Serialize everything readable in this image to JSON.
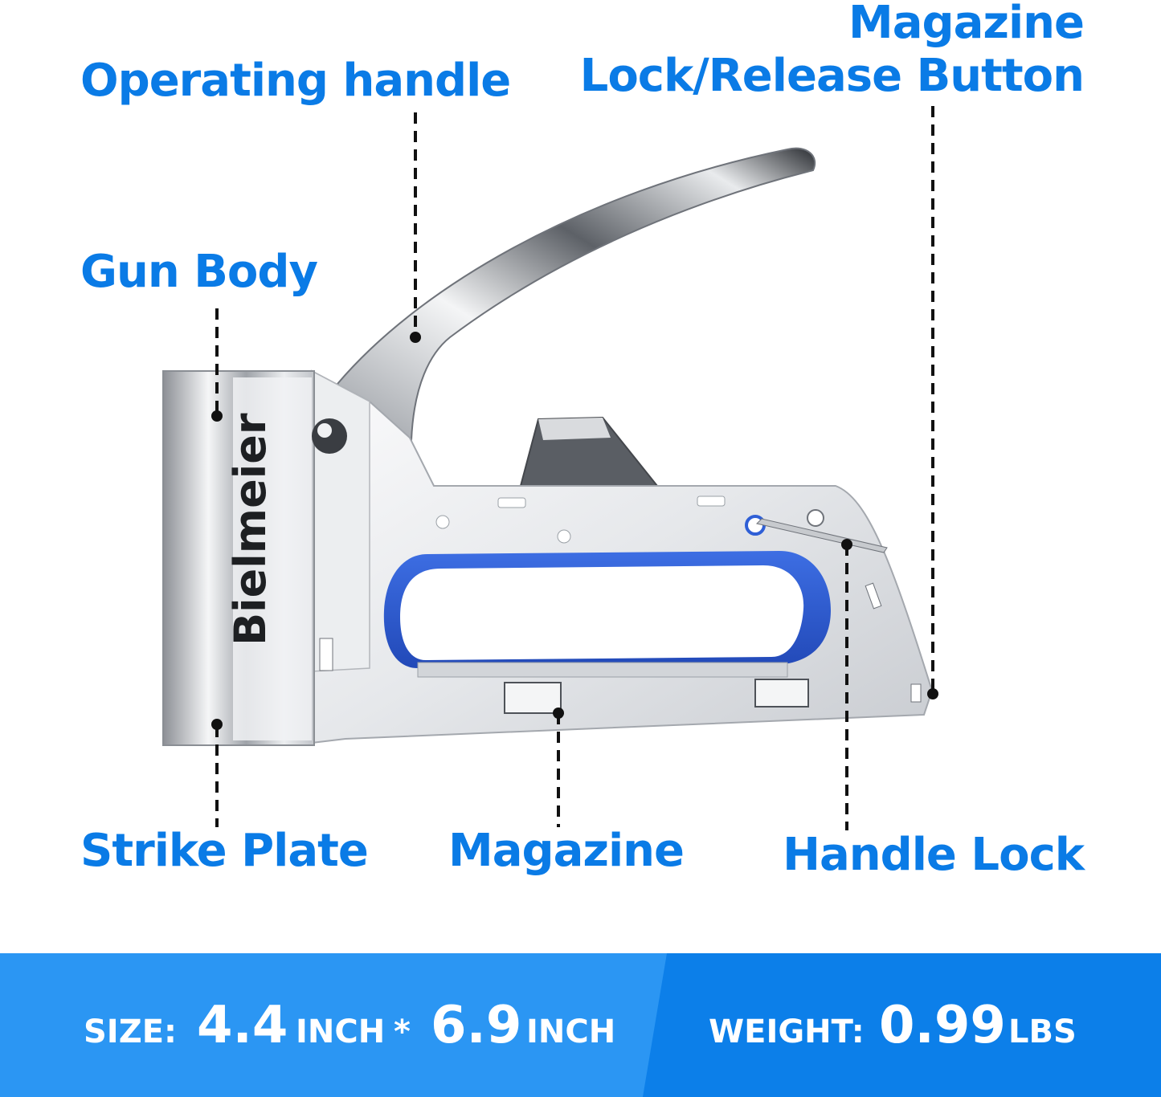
{
  "labels": {
    "operating_handle": "Operating handle",
    "magazine_release_line1": "Magazine",
    "magazine_release_line2": "Lock/Release Button",
    "gun_body": "Gun Body",
    "strike_plate": "Strike Plate",
    "magazine": "Magazine",
    "handle_lock": "Handle Lock"
  },
  "brand": "Bielmeier",
  "specs": {
    "size_label": "SIZE:",
    "size_width": "4.4",
    "size_unit_1": "INCH",
    "times": "*",
    "size_height": "6.9",
    "size_unit_2": "INCH",
    "weight_label": "WEIGHT:",
    "weight_value": "0.99",
    "weight_unit": "LBS"
  },
  "colors": {
    "label_blue": "#0a7be6",
    "banner_left": "#2b96f3",
    "banner_right": "#0c7fe9",
    "grip_blue": "#2f5fd6"
  }
}
